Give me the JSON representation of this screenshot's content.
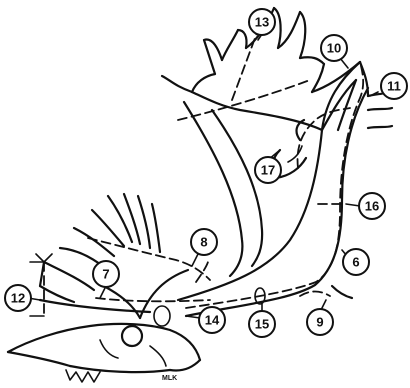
{
  "callouts": [
    {
      "id": "c13",
      "label": "13"
    },
    {
      "id": "c10",
      "label": "10"
    },
    {
      "id": "c11",
      "label": "11"
    },
    {
      "id": "c17",
      "label": "17"
    },
    {
      "id": "c16",
      "label": "16"
    },
    {
      "id": "c8",
      "label": "8"
    },
    {
      "id": "c6",
      "label": "6"
    },
    {
      "id": "c7",
      "label": "7"
    },
    {
      "id": "c12",
      "label": "12"
    },
    {
      "id": "c14",
      "label": "14"
    },
    {
      "id": "c15",
      "label": "15"
    },
    {
      "id": "c9",
      "label": "9"
    }
  ],
  "signature": "MLK",
  "colors": {
    "ink": "#111111",
    "background": "#ffffff"
  }
}
